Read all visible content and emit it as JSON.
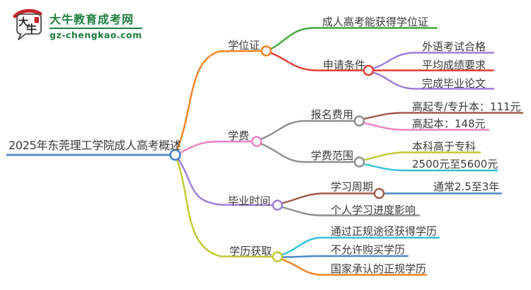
{
  "palette": {
    "blue": "#4a87c9",
    "orange": "#f5821f",
    "green": "#43a73a",
    "red": "#e23c33",
    "purple": "#9b7ed9",
    "pink": "#ee82c3",
    "gray": "#8f8f8f",
    "brown": "#a05a4e",
    "yellow": "#c0c932",
    "cyan": "#32c3d8",
    "text": "#3b3b3b",
    "logo_green": "#1e7f3e",
    "logo_red": "#c4242b"
  },
  "logo": {
    "icon_char_1": "大",
    "icon_char_2": "牛",
    "site_name": "大牛教育成考网",
    "site_url": "gz-chengkao.com"
  },
  "mindmap": {
    "root": {
      "label": "2025年东莞理工学院成人高考概述",
      "color": "#4a87c9"
    },
    "branches": [
      {
        "label": "学位证",
        "color": "#f5821f",
        "children": [
          {
            "label": "成人高考能获得学位证",
            "color": "#43a73a",
            "children": []
          },
          {
            "label": "申请条件",
            "color": "#e23c33",
            "children": [
              {
                "label": "外语考试合格",
                "color": "#9b7ed9"
              },
              {
                "label": "平均成绩要求",
                "color": "#e23c33"
              },
              {
                "label": "完成毕业论文",
                "color": "#9b7ed9"
              }
            ]
          }
        ]
      },
      {
        "label": "学费",
        "color": "#ee82c3",
        "children": [
          {
            "label": "报名费用",
            "color": "#8f8f8f",
            "children": [
              {
                "label": "高起专/专升本：111元",
                "color": "#a05a4e"
              },
              {
                "label": "高起本：148元",
                "color": "#ee82c3"
              }
            ]
          },
          {
            "label": "学费范围",
            "color": "#8f8f8f",
            "children": [
              {
                "label": "本科高于专科",
                "color": "#c0c932"
              },
              {
                "label": "2500元至5600元",
                "color": "#32c3d8"
              }
            ]
          }
        ]
      },
      {
        "label": "毕业时间",
        "color": "#9b7ed9",
        "children": [
          {
            "label": "学习周期",
            "color": "#a05a4e",
            "children": [
              {
                "label": "通常2.5至3年",
                "color": "#4a87c9"
              }
            ]
          },
          {
            "label": "个人学习进度影响",
            "color": "#8f8f8f",
            "children": []
          }
        ]
      },
      {
        "label": "学历获取",
        "color": "#c0c932",
        "children": [
          {
            "label": "通过正规途径获得学历",
            "color": "#32c3d8"
          },
          {
            "label": "不允许购买学历",
            "color": "#4a87c9"
          },
          {
            "label": "国家承认的正规学历",
            "color": "#f5821f"
          }
        ]
      }
    ]
  }
}
